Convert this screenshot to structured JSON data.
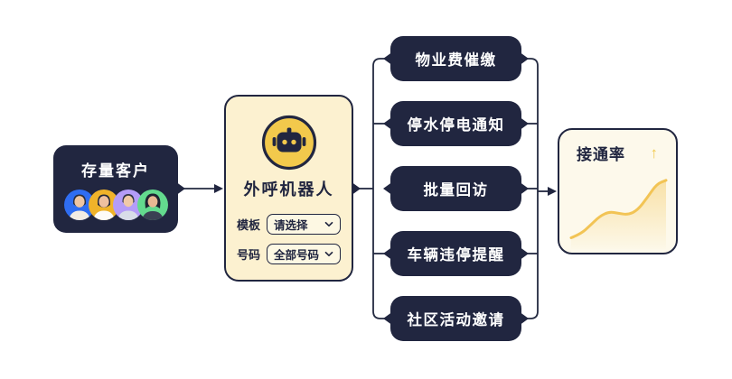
{
  "colors": {
    "navy": "#212640",
    "line": "#232940",
    "cream": "#FCF1D0",
    "cream_light": "#FDF9EB",
    "yellow": "#F2C94C",
    "select_bg": "#FDF8E3"
  },
  "customers": {
    "title": "存量客户",
    "avatars": [
      {
        "name": "customer-avatar-1",
        "color": "#2F6DF2"
      },
      {
        "name": "customer-avatar-2",
        "color": "#F0B32A"
      },
      {
        "name": "customer-avatar-3",
        "color": "#B49CF8"
      },
      {
        "name": "customer-avatar-4",
        "color": "#63DA8E"
      }
    ]
  },
  "robot": {
    "title": "外呼机器人",
    "icon": "robot-icon",
    "fields": [
      {
        "label": "模板",
        "value": "请选择"
      },
      {
        "label": "号码",
        "value": "全部号码"
      }
    ]
  },
  "tasks": [
    {
      "label": "物业费催缴"
    },
    {
      "label": "停水停电通知"
    },
    {
      "label": "批量回访"
    },
    {
      "label": "车辆违停提醒"
    },
    {
      "label": "社区活动邀请"
    }
  ],
  "result": {
    "title": "接通率",
    "trend_icon": "↑"
  },
  "chart_data": {
    "type": "area",
    "title": "接通率",
    "xlabel": "",
    "ylabel": "",
    "x": [
      0,
      1,
      2,
      3,
      4,
      5,
      6,
      7,
      8,
      9,
      10
    ],
    "values": [
      10,
      15,
      26,
      38,
      44,
      42,
      40,
      46,
      62,
      80,
      85
    ],
    "ylim": [
      0,
      100
    ],
    "grid": false,
    "legend": "none",
    "line_color": "#F2C455",
    "fill_color": "#F2C455"
  }
}
